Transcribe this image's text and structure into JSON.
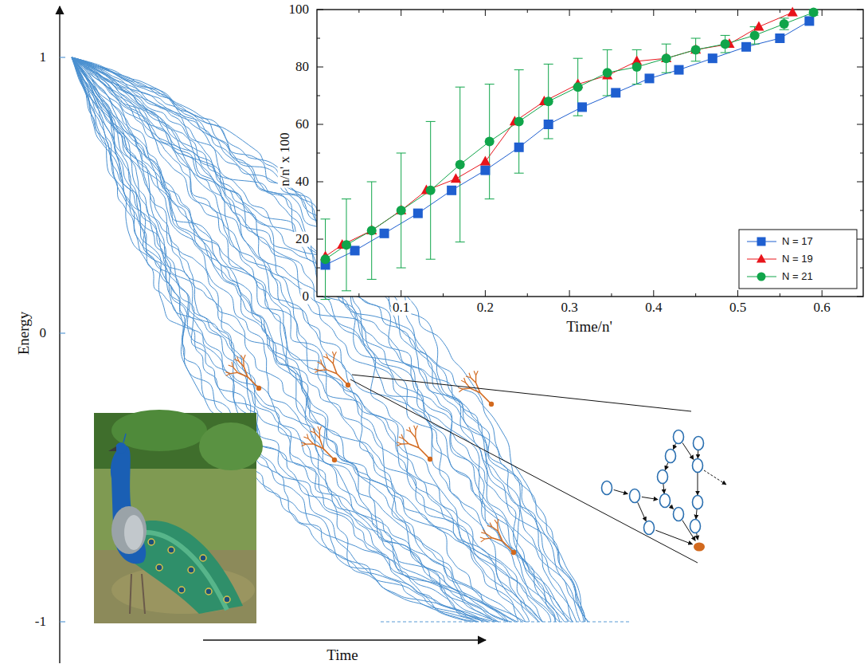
{
  "diagram": {
    "labels": [
      "1",
      "0",
      "-1",
      "Energy",
      "Time",
      "100",
      "80",
      "60",
      "40",
      "20",
      "0",
      "0.1",
      "0.2",
      "0.3",
      "0.4",
      "0.5",
      "0.6",
      "n/n' x 100",
      "Time/n'"
    ],
    "legend": [
      {
        "text": "N = 17"
      },
      {
        "text": "N = 19"
      },
      {
        "text": "N = 21"
      }
    ]
  }
}
